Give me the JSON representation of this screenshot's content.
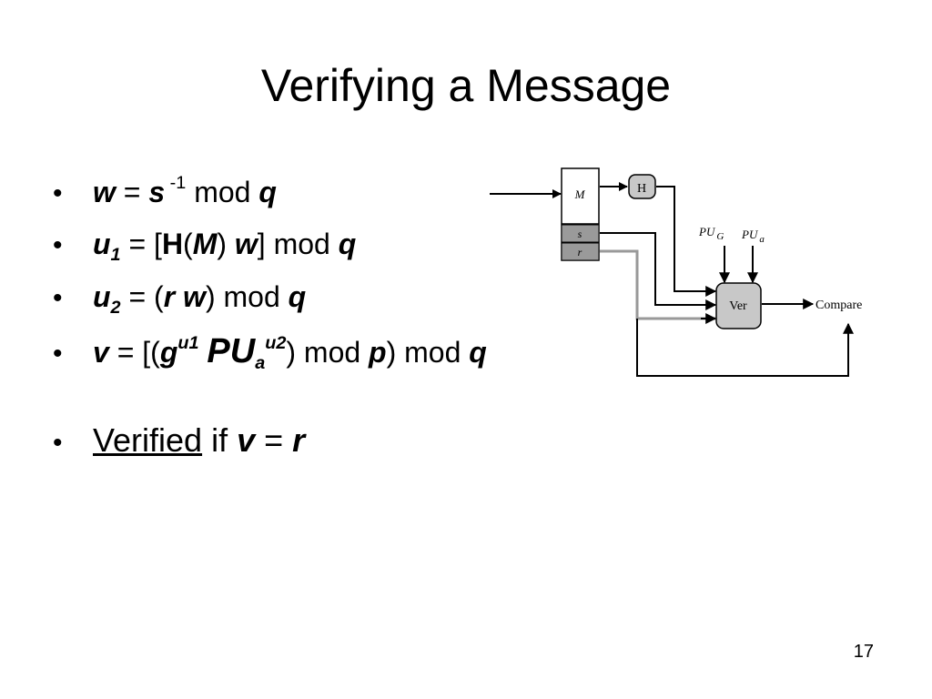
{
  "slide": {
    "title": "Verifying a Message",
    "page_number": "17"
  },
  "bullets": {
    "b1": {
      "w": "w",
      "eq": " = ",
      "s": "s",
      "sup": " -1",
      "mod": " mod ",
      "q": "q"
    },
    "b2": {
      "u": "u",
      "sub": "1",
      "eq": " =  [",
      "H": "H",
      "p1": "(",
      "M": "M",
      "p2": ")  ",
      "w": "w",
      "rest": "] mod ",
      "q": "q"
    },
    "b3": {
      "u": "u",
      "sub": "2",
      "eq": " =  (",
      "r": "r",
      "sp": " ",
      "w": "w",
      "rest": ") mod ",
      "q": "q"
    },
    "b4": {
      "v": "v",
      "eq": " = [(",
      "g": "g",
      "gsup": "u1",
      "sp": " ",
      "PU": "PU",
      "a": "a",
      "asup": "u2",
      "mid": ") mod ",
      "p": "p",
      "end": ") mod ",
      "q": "q"
    },
    "b5": {
      "verified": "Verified",
      "if": " if ",
      "v": "v",
      "eq": " = ",
      "r": "r"
    }
  },
  "diagram": {
    "M": "M",
    "s": "s",
    "r": "r",
    "H": "H",
    "PUG": "PU",
    "PUG_sub": "G",
    "PUa": "PU",
    "PUa_sub": "a",
    "Ver": "Ver",
    "Compare": "Compare"
  }
}
